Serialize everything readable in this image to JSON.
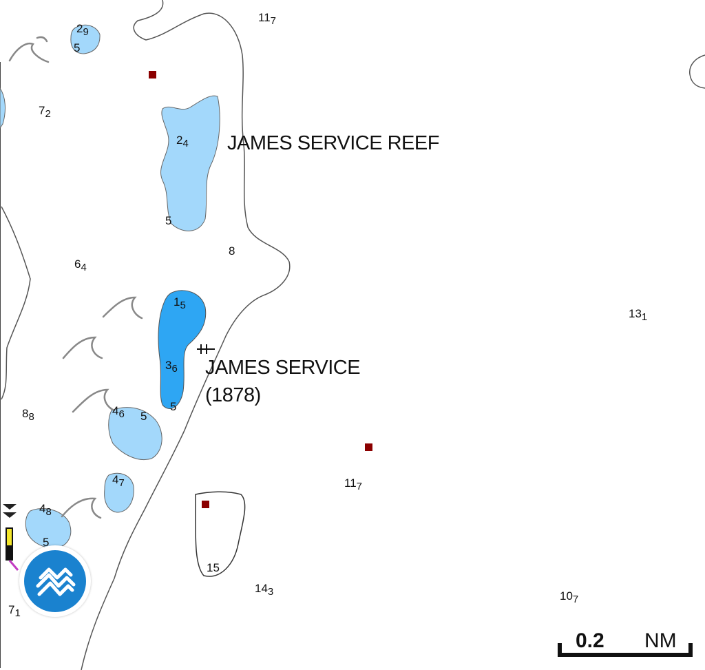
{
  "map": {
    "colors": {
      "water": "#ffffff",
      "shallow": "#a3d8fb",
      "very_shallow": "#2ea6f3",
      "contour": "#555555",
      "rock": "#888888",
      "marker": "#8b0000",
      "logo": "#1a82cf"
    },
    "labels": {
      "reef_name": "JAMES SERVICE REEF",
      "wreck_name": "JAMES SERVICE",
      "wreck_year": "(1878)"
    },
    "soundings": [
      {
        "main": "11",
        "sub": "7"
      },
      {
        "main": "2",
        "sub": "9"
      },
      {
        "main": "5",
        "sub": ""
      },
      {
        "main": "7",
        "sub": "2"
      },
      {
        "main": "2",
        "sub": "4"
      },
      {
        "main": "5",
        "sub": ""
      },
      {
        "main": "8",
        "sub": ""
      },
      {
        "main": "6",
        "sub": "4"
      },
      {
        "main": "1",
        "sub": "5"
      },
      {
        "main": "3",
        "sub": "6"
      },
      {
        "main": "5",
        "sub": ""
      },
      {
        "main": "4",
        "sub": "6"
      },
      {
        "main": "5",
        "sub": ""
      },
      {
        "main": "8",
        "sub": "8"
      },
      {
        "main": "4",
        "sub": "7"
      },
      {
        "main": "4",
        "sub": "8"
      },
      {
        "main": "5",
        "sub": ""
      },
      {
        "main": "7",
        "sub": "1"
      },
      {
        "main": "11",
        "sub": "7"
      },
      {
        "main": "15",
        "sub": ""
      },
      {
        "main": "14",
        "sub": "3"
      },
      {
        "main": "13",
        "sub": "1"
      },
      {
        "main": "10",
        "sub": "7"
      }
    ],
    "scale": {
      "value": "0.2",
      "unit": "NM"
    },
    "icons": {
      "wreck": "wreck-symbol-icon",
      "marker": "square-marker-icon",
      "logo": "navionics-wave-logo-icon",
      "tide": "tide-gauge-icon",
      "rock": "rock-symbol-icon"
    }
  }
}
